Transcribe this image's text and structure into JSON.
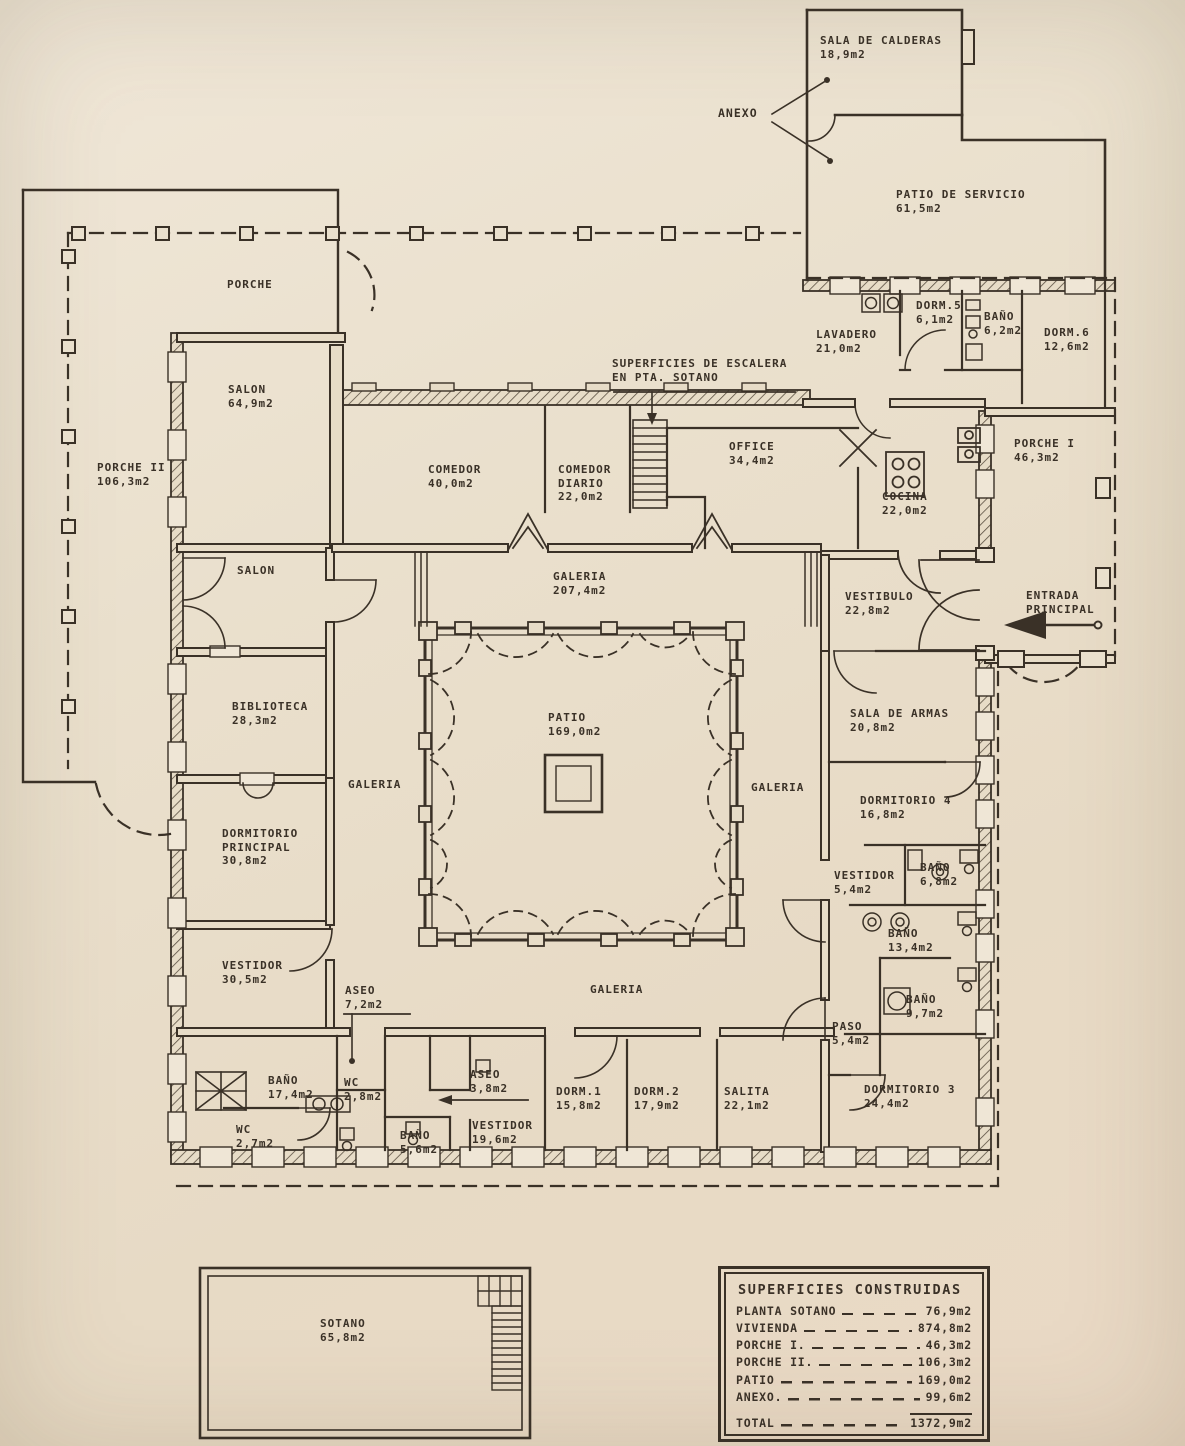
{
  "colors": {
    "paper": "#eae0cd",
    "ink": "#3a3127"
  },
  "rooms": [
    {
      "name": "SALA DE CALDERAS",
      "area": "18,9m2"
    },
    {
      "name": "PATIO DE SERVICIO",
      "area": "61,5m2"
    },
    {
      "name": "LAVADERO",
      "area": "21,0m2"
    },
    {
      "name": "DORM.5",
      "area": "6,1m2"
    },
    {
      "name": "BAÑO",
      "area": "6,2m2"
    },
    {
      "name": "DORM.6",
      "area": "12,6m2"
    },
    {
      "name": "PORCHE I",
      "area": "46,3m2"
    },
    {
      "name": "PORCHE"
    },
    {
      "name": "PORCHE II",
      "area": "106,3m2"
    },
    {
      "name": "SALON",
      "area": "64,9m2"
    },
    {
      "name": "SALON"
    },
    {
      "name": "BIBLIOTECA",
      "area": "28,3m2"
    },
    {
      "name": "DORMITORIO",
      "name2": "PRINCIPAL",
      "area": "30,8m2"
    },
    {
      "name": "VESTIDOR",
      "area": "30,5m2"
    },
    {
      "name": "COMEDOR",
      "area": "40,0m2"
    },
    {
      "name": "COMEDOR",
      "name2": "DIARIO",
      "area": "22,0m2"
    },
    {
      "name": "OFFICE",
      "area": "34,4m2"
    },
    {
      "name": "COCINA",
      "area": "22,0m2"
    },
    {
      "name": "GALERIA",
      "area": "207,4m2"
    },
    {
      "name": "PATIO",
      "area": "169,0m2"
    },
    {
      "name": "GALERIA"
    },
    {
      "name": "GALERIA"
    },
    {
      "name": "GALERIA"
    },
    {
      "name": "VESTIBULO",
      "area": "22,8m2"
    },
    {
      "name": "SALA DE ARMAS",
      "area": "20,8m2"
    },
    {
      "name": "DORMITORIO 4",
      "area": "16,8m2"
    },
    {
      "name": "VESTIDOR",
      "area": "5,4m2"
    },
    {
      "name": "BAÑO",
      "area": "6,8m2"
    },
    {
      "name": "BAÑO",
      "area": "13,4m2"
    },
    {
      "name": "BAÑO",
      "area": "9,7m2"
    },
    {
      "name": "PASO",
      "area": "5,4m2"
    },
    {
      "name": "DORMITORIO 3",
      "area": "24,4m2"
    },
    {
      "name": "SALITA",
      "area": "22,1m2"
    },
    {
      "name": "DORM.2",
      "area": "17,9m2"
    },
    {
      "name": "DORM.1",
      "area": "15,8m2"
    },
    {
      "name": "ASEO",
      "area": "3,8m2"
    },
    {
      "name": "VESTIDOR",
      "area": "19,6m2"
    },
    {
      "name": "ASEO",
      "area": "7,2m2"
    },
    {
      "name": "BAÑO",
      "area": "17,4m2"
    },
    {
      "name": "WC",
      "area": "2,8m2"
    },
    {
      "name": "WC",
      "area": "2,7m2"
    },
    {
      "name": "BAÑO",
      "area": "5,6m2"
    },
    {
      "name": "SOTANO",
      "area": "65,8m2"
    }
  ],
  "annotations": {
    "anexo": "ANEXO",
    "stairs_note1": "SUPERFICIES DE ESCALERA",
    "stairs_note2": "EN PTA. SOTANO",
    "entrance1": "ENTRADA",
    "entrance2": "PRINCIPAL"
  },
  "summary": {
    "title": "SUPERFICIES CONSTRUIDAS",
    "rows": [
      {
        "label": "PLANTA SOTANO",
        "value": "76,9m2"
      },
      {
        "label": "VIVIENDA",
        "value": "874,8m2"
      },
      {
        "label": "PORCHE I.",
        "value": "46,3m2"
      },
      {
        "label": "PORCHE II.",
        "value": "106,3m2"
      },
      {
        "label": "PATIO",
        "value": "169,0m2"
      },
      {
        "label": "ANEXO.",
        "value": "99,6m2"
      },
      {
        "label": "TOTAL",
        "value": "1372,9m2"
      }
    ]
  }
}
